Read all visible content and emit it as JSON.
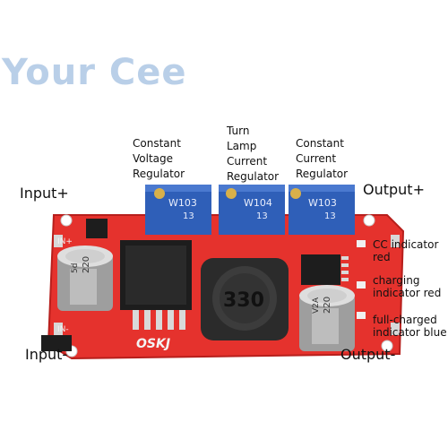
{
  "watermark": "Your Cee",
  "labels": {
    "constant_voltage": "Constant\nVoltage\nRegulator",
    "turn_lamp": "Turn\nLamp\nCurrent\nRegulator",
    "constant_current": "Constant\nCurrent\nRegulator",
    "input_plus": "Input+",
    "output_plus": "Output+",
    "input_minus": "Input-",
    "output_minus": "Output-",
    "cc_indicator": "CC indicator\nred",
    "charging_indicator": "charging\nindicator red",
    "full_charged_indicator": "full-charged\nindicator blue"
  },
  "board": {
    "pot_marking": "W103",
    "pot_marking_middle": "W104",
    "pot_sub": "13",
    "inductor_marking": "330",
    "cap_marking_left": "220",
    "cap_marking_right": "220",
    "cap_sub": "5d",
    "cap_volt": "V2A",
    "brand_silk": "OSKJ",
    "silk_in_plus": "IN+",
    "silk_in_minus": "IN-",
    "colors": {
      "pcb": "#e5322d",
      "pot": "#2f5fb8",
      "cap": "#c9c9c9",
      "ic": "#1d1d1d"
    }
  }
}
